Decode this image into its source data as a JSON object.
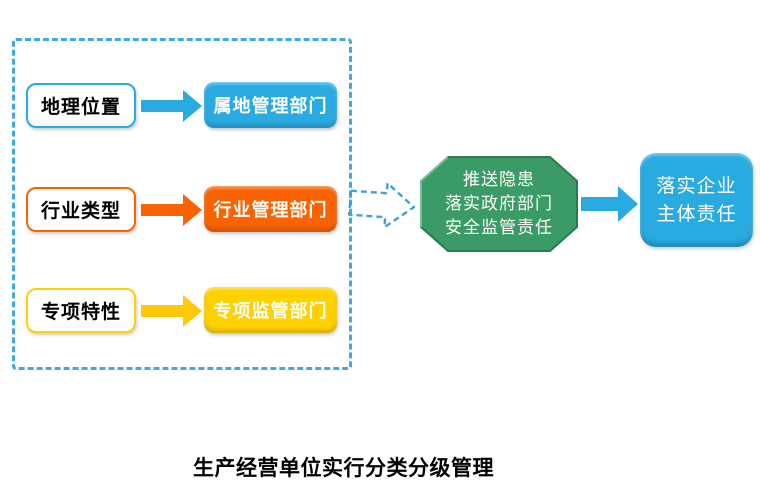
{
  "diagram": {
    "caption": "生产经营单位实行分类分级管理",
    "group_box": {
      "rows": [
        {
          "factor": "地理位置",
          "department": "属地管理部门",
          "color": "#29ABE2",
          "color_name": "blue"
        },
        {
          "factor": "行业类型",
          "department": "行业管理部门",
          "color": "#F96302",
          "color_name": "orange"
        },
        {
          "factor": "专项特性",
          "department": "专项监管部门",
          "color": "#FFD100",
          "color_name": "yellow"
        }
      ],
      "border_color": "#45A7E1",
      "border_style": "dashed"
    },
    "hub": {
      "shape": "octagon",
      "lines": [
        "推送隐患",
        "落实政府部门",
        "安全监管责任"
      ],
      "fill_color": "#3B9B66",
      "stroke_color": "#2A7A4E",
      "text_color": "#FFFFFF"
    },
    "result": {
      "lines": [
        "落实企业",
        "主体责任"
      ],
      "fill_color": "#29ABE2",
      "text_color": "#FFFFFF"
    },
    "icons": {
      "row_arrow": "right-arrow",
      "hub_link_arrow": "dashed-right-arrow",
      "result_arrow": "right-arrow"
    }
  }
}
